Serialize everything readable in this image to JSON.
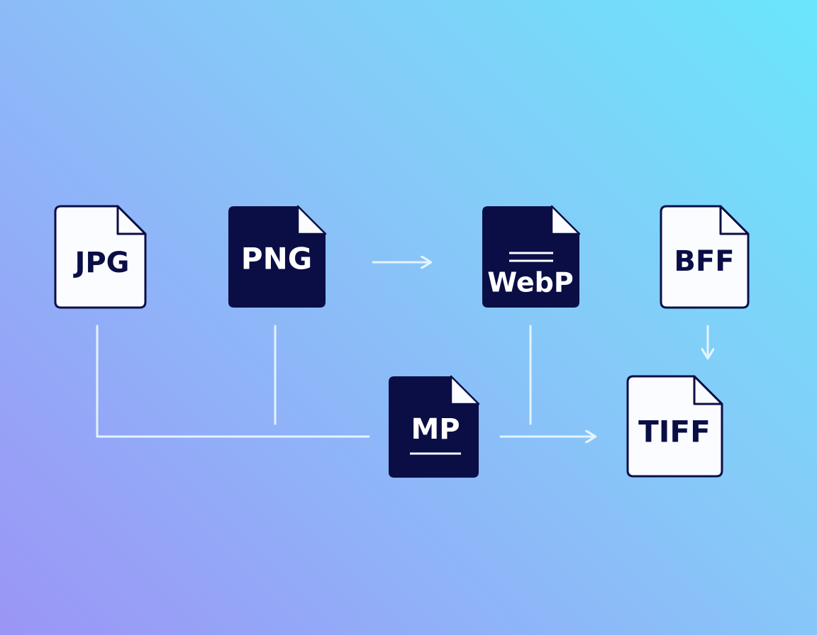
{
  "diagram": {
    "files": {
      "jpg": {
        "label": "JPG",
        "style": "light"
      },
      "png": {
        "label": "PNG",
        "style": "dark"
      },
      "webp": {
        "label": "WebP",
        "style": "dark"
      },
      "bff": {
        "label": "BFF",
        "style": "light"
      },
      "mp": {
        "label": "MP",
        "style": "dark"
      },
      "tiff": {
        "label": "TIFF",
        "style": "light"
      }
    }
  },
  "colors": {
    "dark_fill": "#0b0e45",
    "light_fill": "#fbfcff",
    "outline": "#0b0e45",
    "connector": "#e3f3ff",
    "gradient_start": "#9b95f5",
    "gradient_end": "#6ae6fb"
  }
}
